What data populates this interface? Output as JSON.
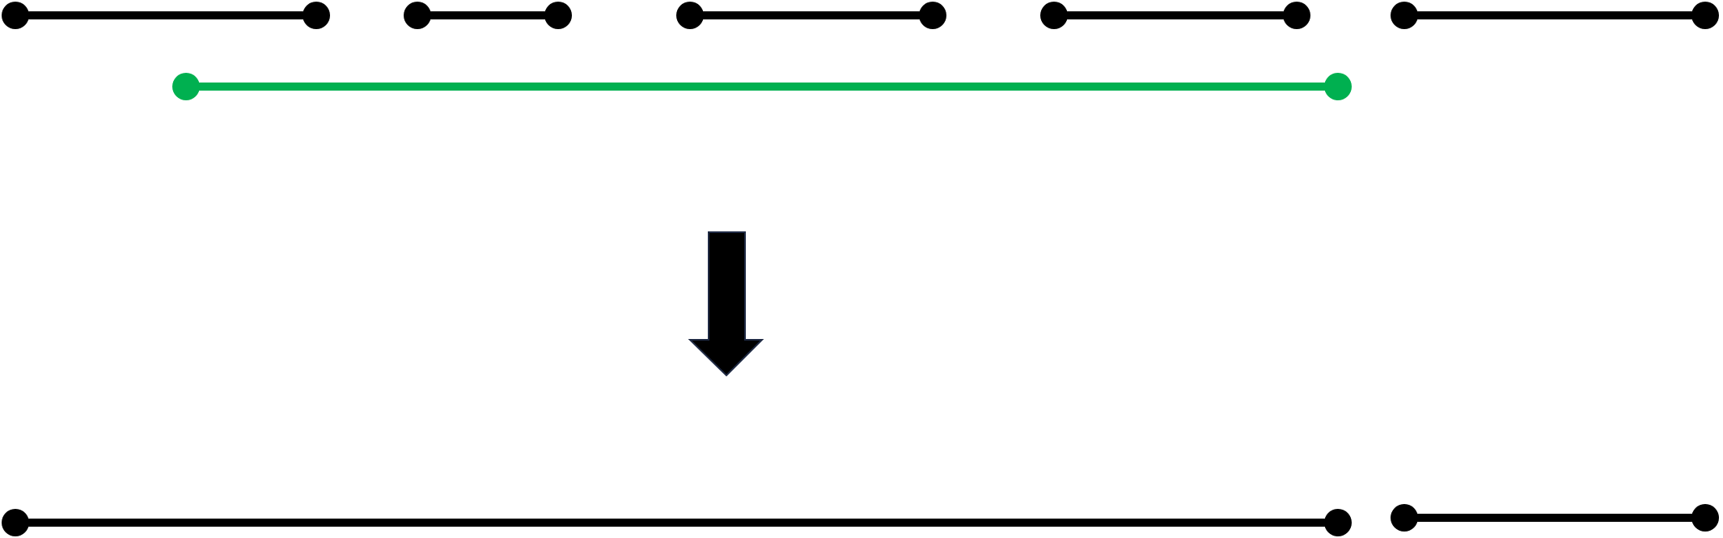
{
  "diagram": {
    "description_of_structure": "",
    "colors": {
      "segment": "#000000",
      "highlight": "#00b050",
      "arrow_fill": "#000000",
      "arrow_stroke": "#1f2a44",
      "background": "#ffffff"
    },
    "groups": {
      "input_intervals": {
        "count": 5,
        "color_key": "segment"
      },
      "merged_interval": {
        "count": 1,
        "color_key": "highlight"
      },
      "transition_arrow": {
        "direction": "down",
        "icon": "arrow-down-icon"
      },
      "output_intervals": {
        "count": 2,
        "color_key": "segment"
      }
    }
  }
}
